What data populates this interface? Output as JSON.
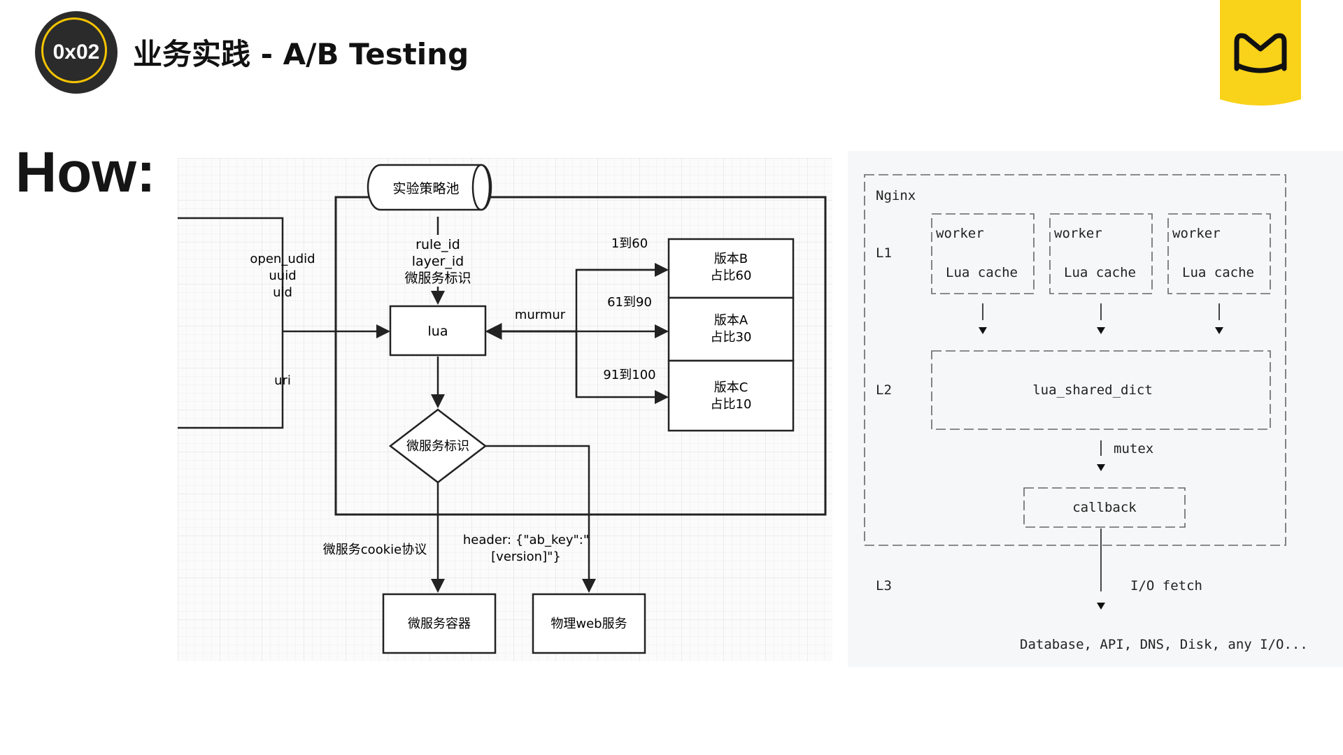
{
  "header": {
    "badge": "0x02",
    "title": "业务实践 - A/B Testing"
  },
  "how_label": "How:",
  "flow": {
    "pool": "实验策略池",
    "pool_params": [
      "rule_id",
      "layer_id",
      "微服务标识"
    ],
    "inputs_top": [
      "open_udid",
      "uuid",
      "uid"
    ],
    "input_uri": "uri",
    "lua": "lua",
    "murmur": "murmur",
    "ranges": [
      "1到60",
      "61到90",
      "91到100"
    ],
    "versions": [
      {
        "line1": "版本B",
        "line2": "占比60"
      },
      {
        "line1": "版本A",
        "line2": "占比30"
      },
      {
        "line1": "版本C",
        "line2": "占比10"
      }
    ],
    "decision": "微服务标识",
    "cookie_label": "微服务cookie协议",
    "header_label_1": "header: {\"ab_key\":\"",
    "header_label_2": "[version]\"}",
    "container": "微服务容器",
    "web": "物理web服务"
  },
  "nginx": {
    "title": "Nginx",
    "levels": [
      "L1",
      "L2",
      "L3"
    ],
    "workers": [
      {
        "name": "worker",
        "cache": "Lua cache"
      },
      {
        "name": "worker",
        "cache": "Lua cache"
      },
      {
        "name": "worker",
        "cache": "Lua cache"
      }
    ],
    "shared_dict": "lua_shared_dict",
    "mutex": "mutex",
    "callback": "callback",
    "io_fetch": "I/O fetch",
    "backends": "Database, API, DNS, Disk, any I/O..."
  },
  "colors": {
    "badge_bg": "#2b2b2b",
    "badge_ring": "#f5c400",
    "logo": "#f9d21a",
    "nginx_bg": "#f6f7f8"
  }
}
